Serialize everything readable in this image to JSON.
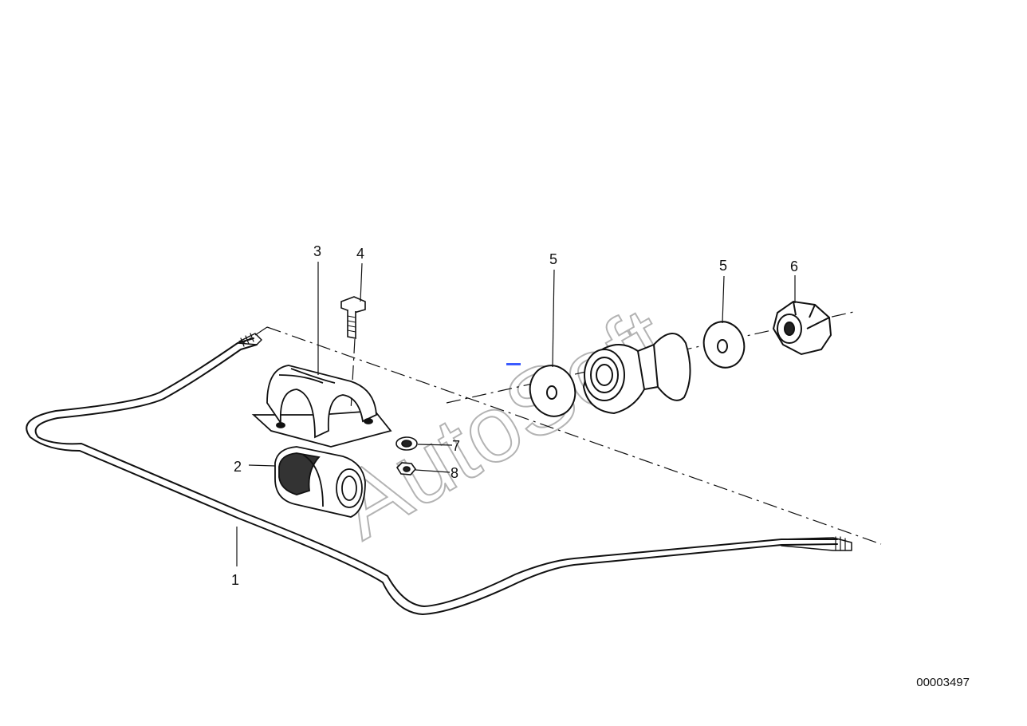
{
  "diagram": {
    "callouts": [
      {
        "id": "1",
        "label": "1"
      },
      {
        "id": "2",
        "label": "2"
      },
      {
        "id": "3",
        "label": "3"
      },
      {
        "id": "4",
        "label": "4"
      },
      {
        "id": "5a",
        "label": "5"
      },
      {
        "id": "5b",
        "label": "5"
      },
      {
        "id": "6",
        "label": "6"
      },
      {
        "id": "7",
        "label": "7"
      },
      {
        "id": "8",
        "label": "8"
      }
    ],
    "reference_number": "00003497",
    "watermark": "AutoSoft"
  },
  "colors": {
    "line": "#111111",
    "watermark": "#9a9a9a",
    "marker": "#3b5bff"
  }
}
